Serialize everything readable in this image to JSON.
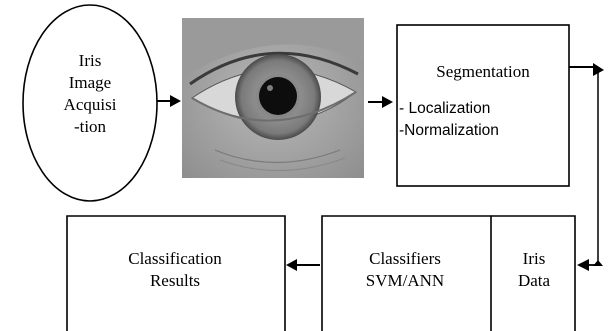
{
  "nodes": {
    "acquisition": {
      "line1": "Iris",
      "line2": "Image",
      "line3": "Acquisi",
      "line4": "-tion"
    },
    "segmentation": {
      "title": "Segmentation",
      "step1": "- Localization",
      "step2": "-Normalization"
    },
    "iris_data": {
      "line1": "Iris",
      "line2": "Data"
    },
    "classifiers": {
      "line1": "Classifiers",
      "line2": "SVM/ANN"
    },
    "results": {
      "line1": "Classification",
      "line2": "Results"
    }
  },
  "eye_image": {
    "icon": "eye-photo"
  },
  "colors": {
    "stroke": "#000000",
    "background": "#ffffff"
  }
}
